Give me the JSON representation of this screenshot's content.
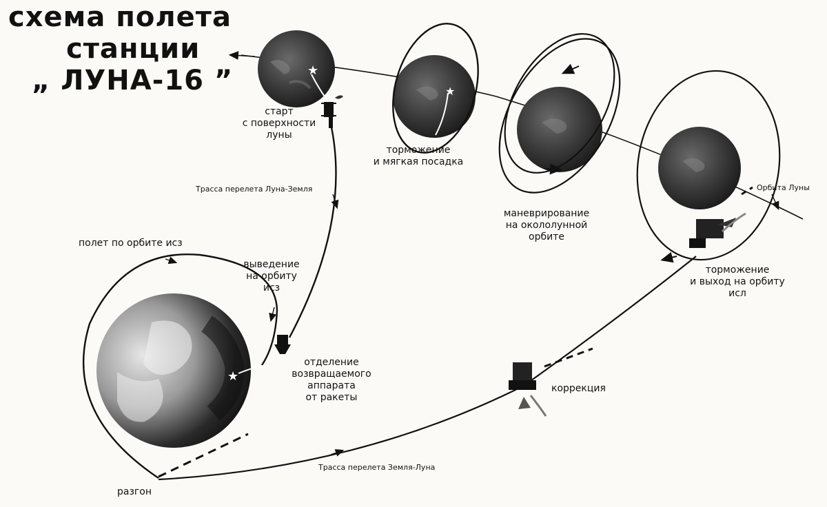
{
  "title": {
    "line1": "схема полета",
    "line2": "станции",
    "line3": "„ ЛУНА-16 ”"
  },
  "labels": {
    "start": [
      "старт",
      "с поверхности",
      "луны"
    ],
    "braking_landing": [
      "торможение",
      "и мягкая посадка"
    ],
    "maneuvering": [
      "маневрирование",
      "на окололунной",
      "орбите"
    ],
    "moon_orbit": "Орбита Луны",
    "braking_orbit": [
      "торможение",
      "и выход на орбиту",
      "исл"
    ],
    "return_trajectory": "Трасса перелета Луна-Земля",
    "earth_orbit_flight": "полет по орбите исз",
    "orbit_insertion": [
      "выведение",
      "на орбиту",
      "исз"
    ],
    "separation": [
      "отделение",
      "возвращаемого",
      "аппарата",
      "от ракеты"
    ],
    "correction": "коррекция",
    "outbound_trajectory": "Трасса перелета Земля-Луна",
    "acceleration": "разгон"
  },
  "colors": {
    "background": "#fbfaf7",
    "ink": "#111111",
    "moon_dark": "#262626",
    "moon_light": "#6a6a6a",
    "earth_dark": "#1c1c1c",
    "earth_light": "#d8d8d8"
  }
}
